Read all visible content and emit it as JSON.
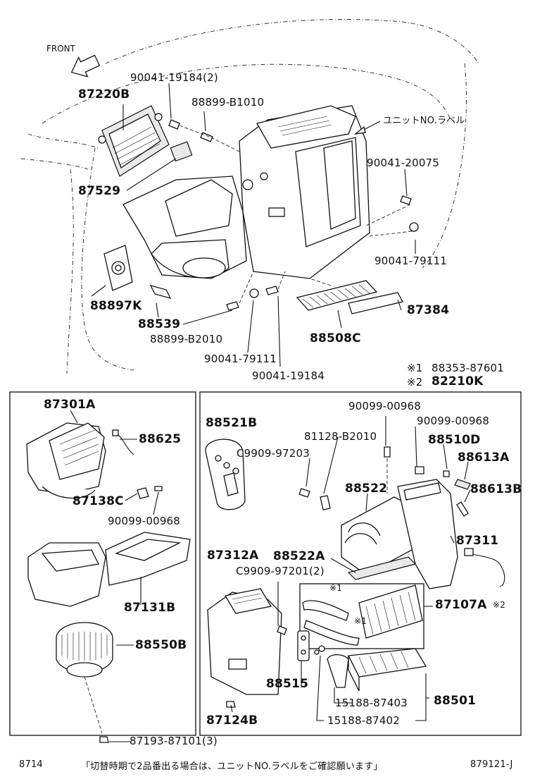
{
  "orientation": {
    "front_label": "FRONT"
  },
  "unit_label_note": "ユニットNO.ラベル",
  "labels": {
    "p87220B": "87220B",
    "p90041_19184_2": "90041-19184(2)",
    "p88899_B1010": "88899-B1010",
    "p90041_20075": "90041-20075",
    "p87529": "87529",
    "p90041_79111_a": "90041-79111",
    "p88897K": "88897K",
    "p88539": "88539",
    "p88899_B2010": "88899-B2010",
    "p90041_79111_b": "90041-79111",
    "p90041_19184": "90041-19184",
    "p88508C": "88508C",
    "p87384": "87384",
    "p87301A": "87301A",
    "p88625": "88625",
    "p87138C": "87138C",
    "p90099_00968_a": "90099-00968",
    "p87131B": "87131B",
    "p88550B": "88550B",
    "p87193": "87193-87101(3)",
    "p88521B": "88521B",
    "p90099_00968_b": "90099-00968",
    "p90099_00968_c": "90099-00968",
    "p81128_B2010": "81128-B2010",
    "p88510D": "88510D",
    "pC9909_97203": "C9909-97203",
    "p88613A": "88613A",
    "p88522": "88522",
    "p88613B": "88613B",
    "p87311": "87311",
    "p88522A": "88522A",
    "p87312A": "87312A",
    "pC9909_97201_2": "C9909-97201(2)",
    "p87107A": "87107A",
    "p88515": "88515",
    "p88501": "88501",
    "p87124B": "87124B",
    "p15188_87403": "15188-87403",
    "p15188_87402": "15188-87402"
  },
  "refs": {
    "mark1_sym": "※1",
    "mark1_part": "88353-87601",
    "mark2_sym": "※2",
    "mark2_part": "82210K",
    "inline1a": "※1",
    "inline1b": "※1",
    "inline2": "※2"
  },
  "footer": {
    "left": "8714",
    "note": "「切替時期で2品番出る場合は、ユニットNO.ラベルをご確認願います」",
    "right": "879121-J"
  }
}
